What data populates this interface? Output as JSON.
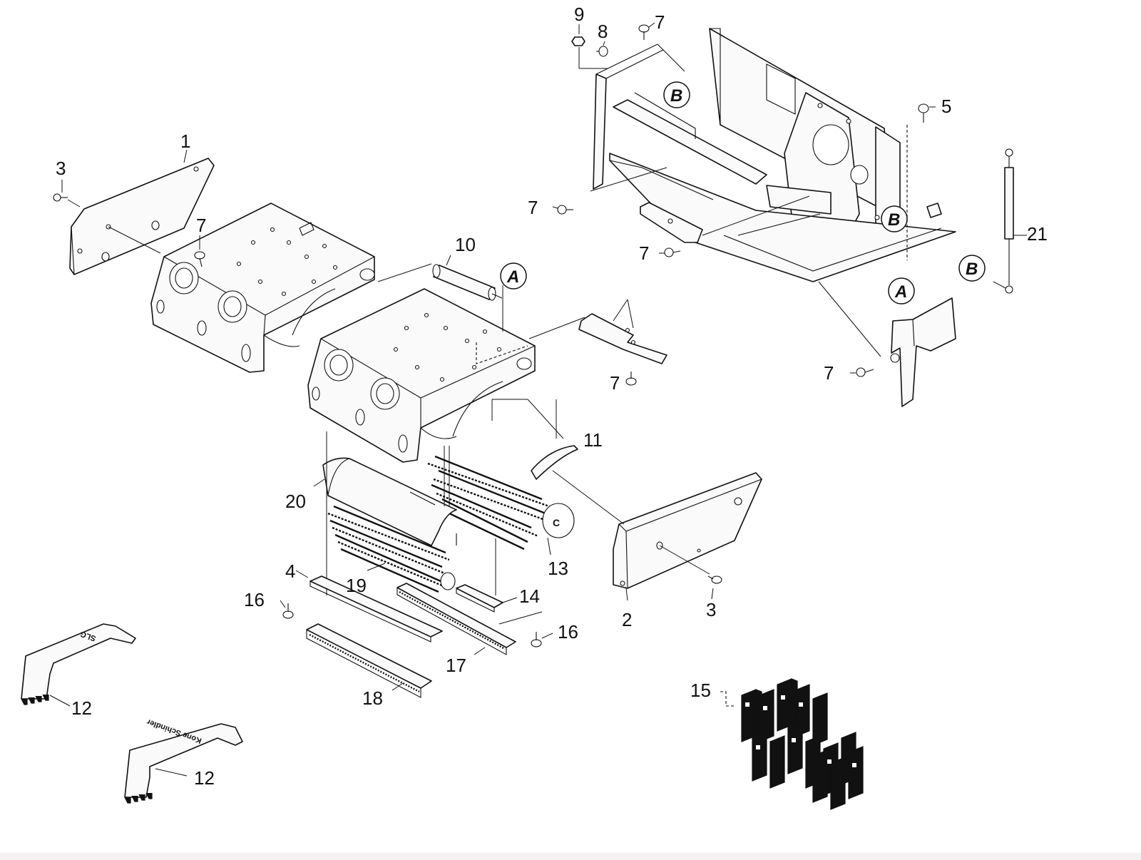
{
  "callouts": {
    "c1": "1",
    "c2": "2",
    "c3a": "3",
    "c3b": "3",
    "c4": "4",
    "c5": "5",
    "c7a": "7",
    "c7b": "7",
    "c7c": "7",
    "c7d": "7",
    "c7e": "7",
    "c7f": "7",
    "c8": "8",
    "c9": "9",
    "c10": "10",
    "c11": "11",
    "c12a": "12",
    "c12b": "12",
    "c13": "13",
    "c14": "14",
    "c15": "15",
    "c16a": "16",
    "c16b": "16",
    "c17": "17",
    "c18": "18",
    "c19": "19",
    "c20": "20",
    "c21": "21"
  },
  "reference_marks": {
    "a1": "A",
    "a2": "A",
    "b1": "B",
    "b2": "B",
    "b3": "B"
  },
  "decals": {
    "decal_top": "SLG",
    "decal_bottom": "Kone Schindler"
  }
}
